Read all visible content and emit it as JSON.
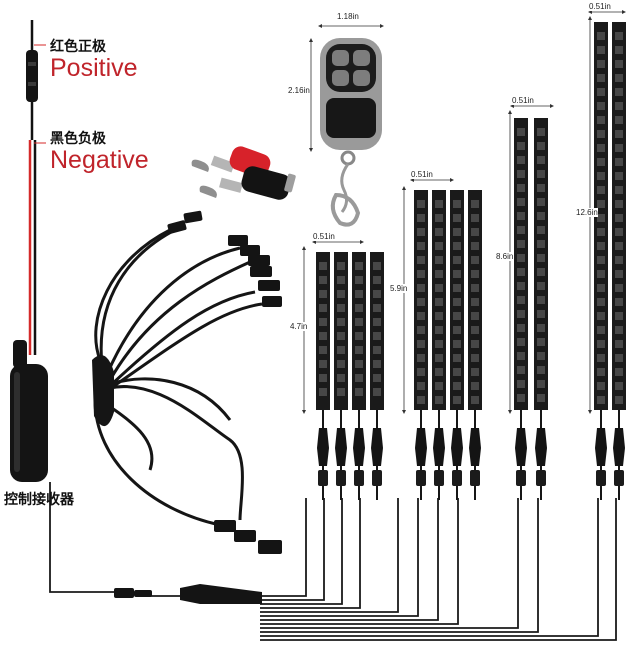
{
  "labels": {
    "positive_cn": "红色正极",
    "positive_en": "Positive",
    "negative_cn": "黑色负极",
    "negative_en": "Negative",
    "receiver_cn": "控制接收器"
  },
  "dimensions": {
    "remote_width": "1.18in",
    "remote_height": "2.16in",
    "strip_width": "0.51in",
    "strip_width_b": "0.51in",
    "strip_width_c": "0.51in",
    "strip_width_d": "0.51in",
    "length_a": "4.7in",
    "length_b": "5.9in",
    "length_c": "8.6in",
    "length_d": "12.6in"
  },
  "colors": {
    "positive_wire": "#d42a2a",
    "negative_wire": "#111111",
    "label_red": "#c0242b",
    "terminal_red": "#d7222a",
    "strip_body": "#1a1a1a",
    "led_chip": "#474747"
  },
  "icons": [
    "remote-control-icon",
    "ring-terminal-icon",
    "led-strip-icon",
    "connector-plug-icon",
    "receiver-box-icon",
    "wire-harness-icon"
  ]
}
